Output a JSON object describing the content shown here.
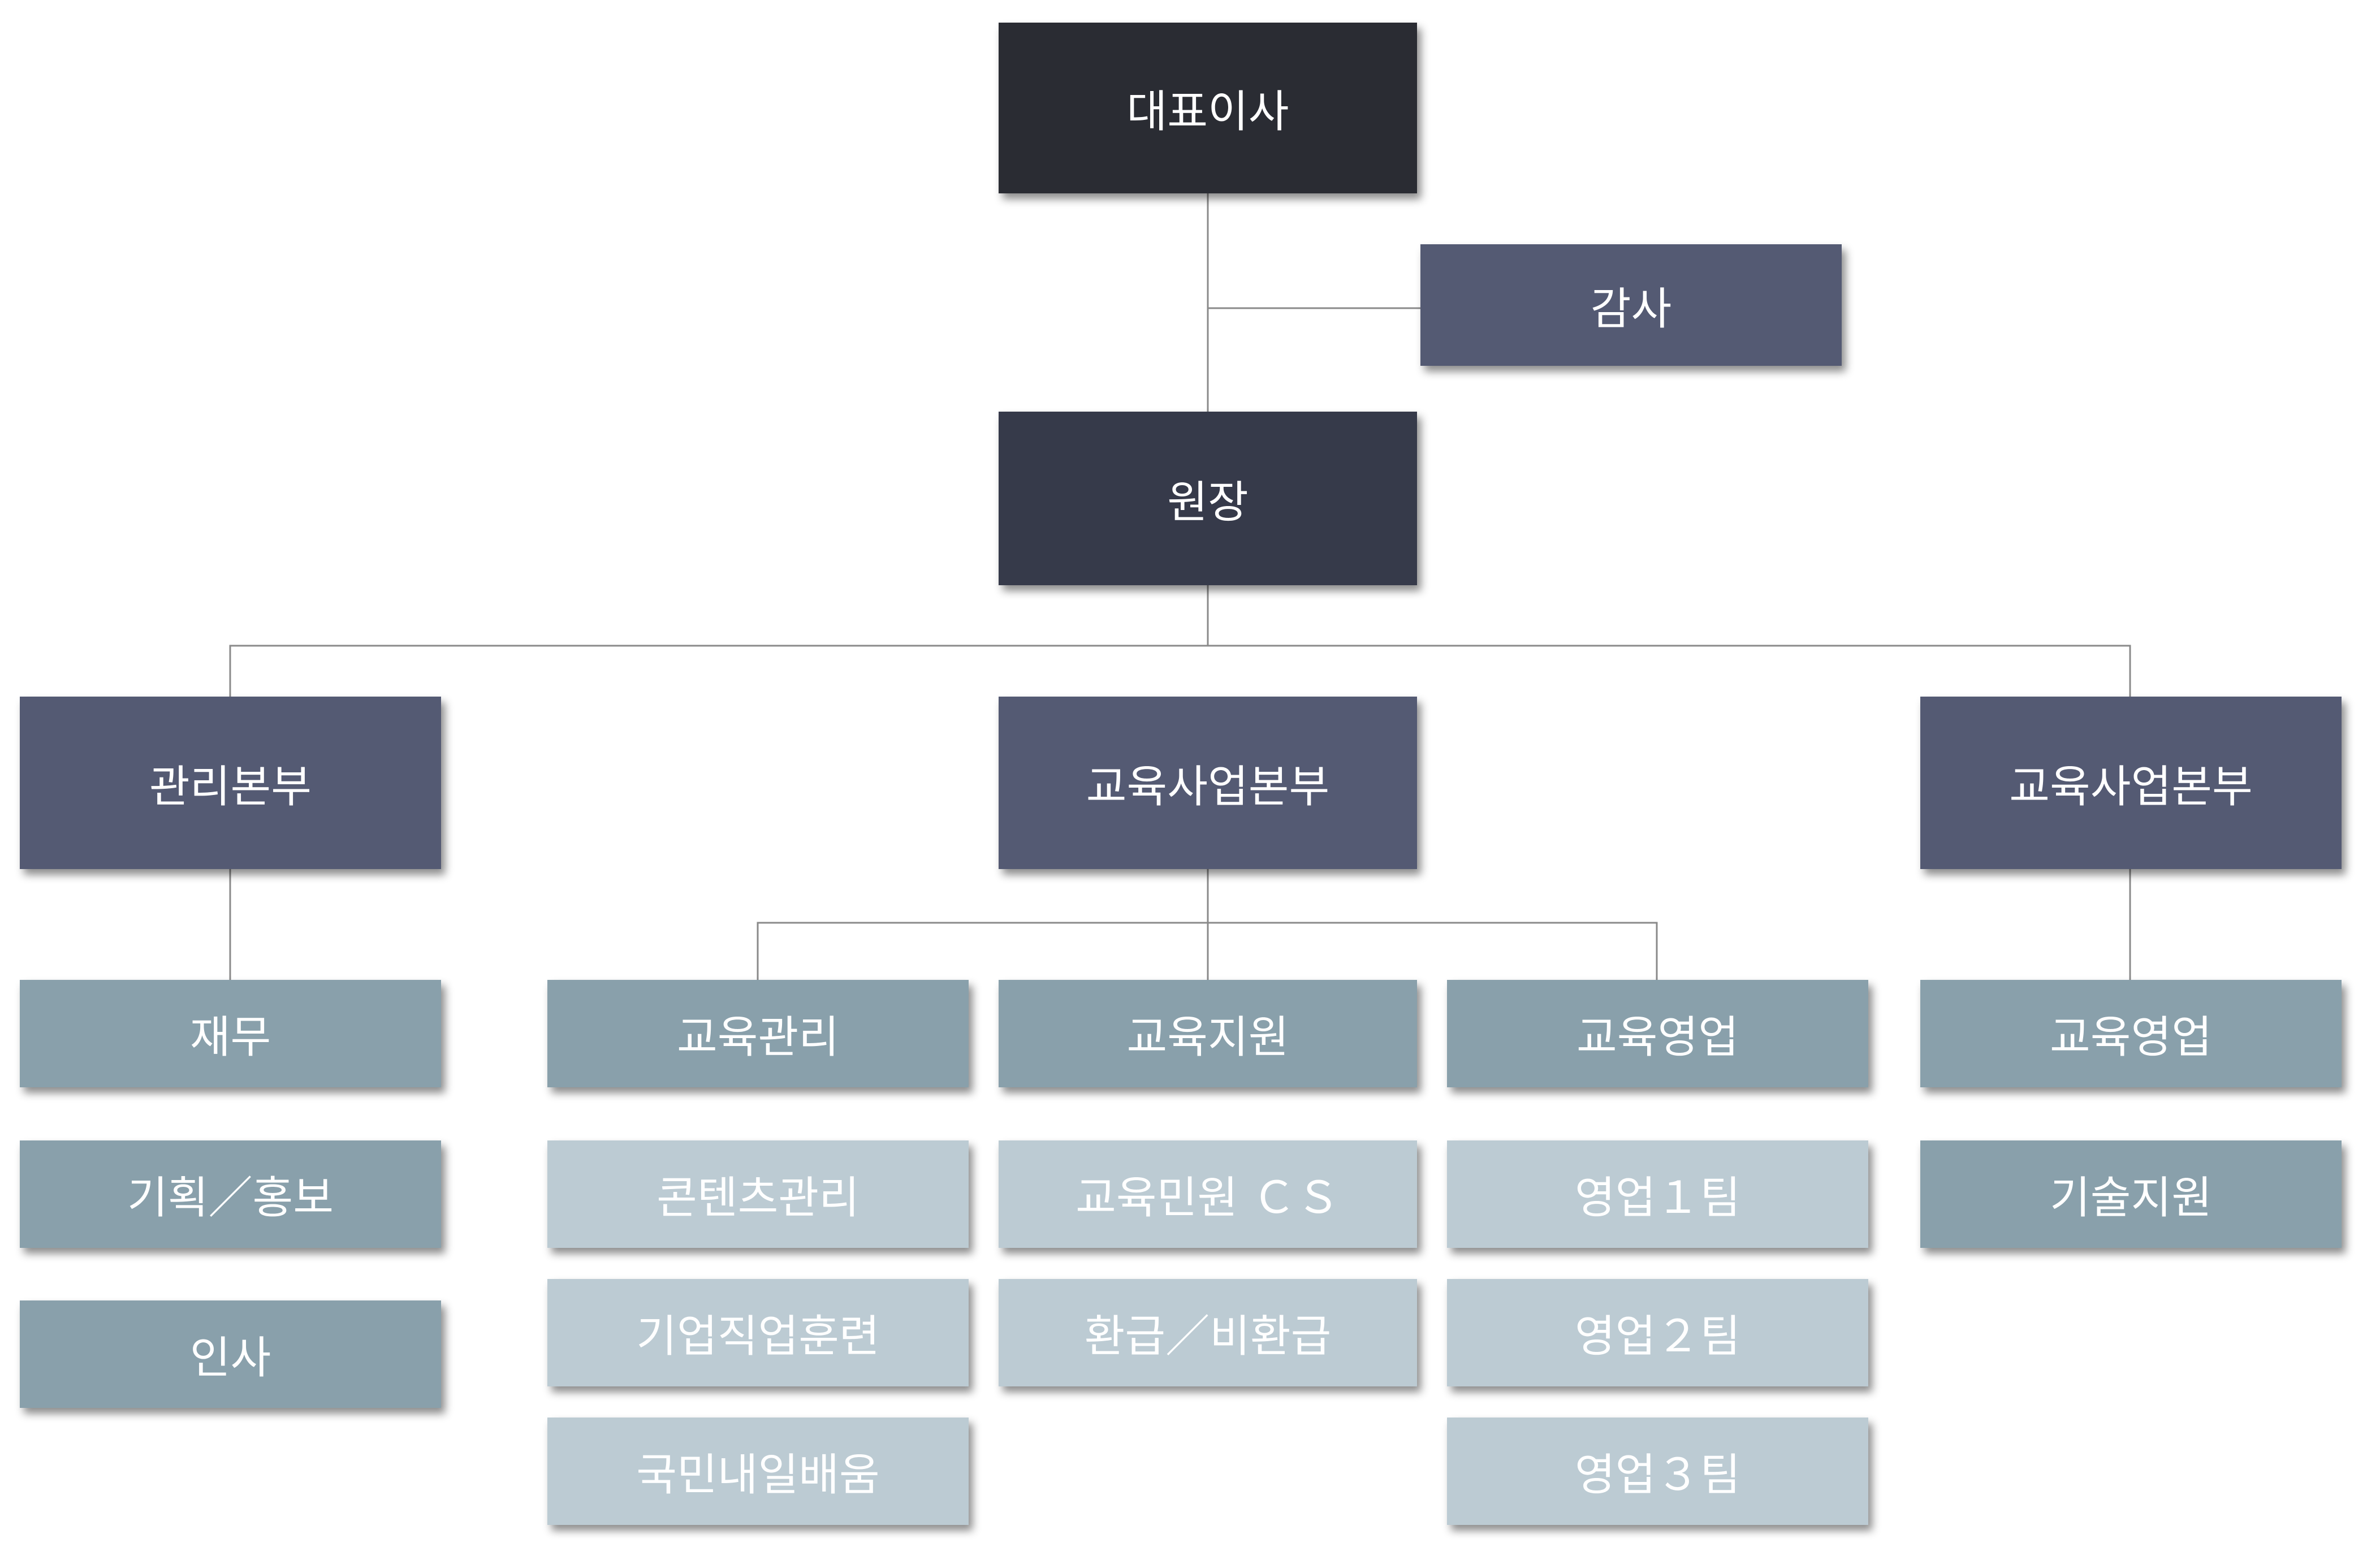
{
  "org": {
    "ceo": "대표이사",
    "auditor": "감사",
    "director": "원장",
    "divisions": {
      "management": {
        "title": "관리본부",
        "teams": [
          "재무",
          "기획／홍보",
          "인사"
        ]
      },
      "education_business": {
        "title": "교육사업본부",
        "teams": {
          "management": {
            "title": "교육관리",
            "units": [
              "콘텐츠관리",
              "기업직업훈련",
              "국민내일배움"
            ]
          },
          "support": {
            "title": "교육지원",
            "units": [
              "교육민원 ＣＳ",
              "환급／비환급"
            ]
          },
          "sales": {
            "title": "교육영업",
            "units": [
              "영업１팀",
              "영업２팀",
              "영업３팀"
            ]
          }
        }
      },
      "education_business_2": {
        "title": "교육사업본부",
        "teams": [
          "교육영업",
          "기술지원"
        ]
      }
    }
  },
  "colors": {
    "ceo": "#2a2c33",
    "director": "#363a4a",
    "division": "#545a73",
    "team": "#89a0ab",
    "sub_unit": "#bccbd3",
    "connector": "#8a8a8a"
  }
}
